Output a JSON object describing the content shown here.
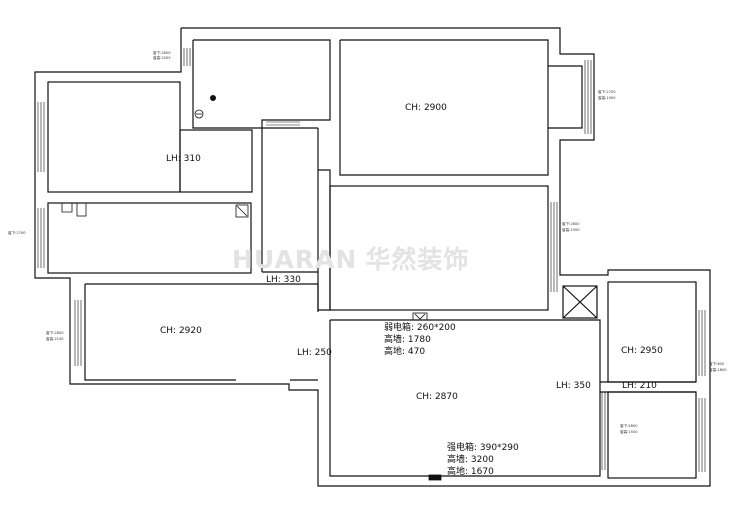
{
  "watermark": {
    "latin": "HUARAN",
    "chinese": "华然装饰"
  },
  "rooms": {
    "master_ch": "CH: 2900",
    "west_ch": "CH: 2920",
    "living_ch": "CH: 2870",
    "east_ch": "CH: 2950"
  },
  "beams": {
    "nw": "LH: 310",
    "corridor": "LH: 330",
    "living_w": "LH: 250",
    "living_e": "LH: 350",
    "east": "LH: 210"
  },
  "weak_box": {
    "name": "弱电箱: 260*200",
    "wall": "高墙: 1780",
    "floor": "高地: 470"
  },
  "strong_box": {
    "name": "强电箱: 390*290",
    "wall": "高墙: 3200",
    "floor": "高地: 1670"
  },
  "window_notes": {
    "n1_a": "窗下:2800",
    "n1_b": "窗高:2000",
    "ne_a": "窗下:2700",
    "ne_b": "窗高:1900",
    "w_a": "窗下:2700",
    "m_a": "窗下:2800",
    "m_b": "窗高:1900",
    "sw_a": "窗下:2800",
    "sw_b": "窗高:2100",
    "e_a": "窗下:600",
    "e_b": "窗高:1800",
    "se_a": "窗下:2800",
    "se_b": "窗高:1500"
  }
}
